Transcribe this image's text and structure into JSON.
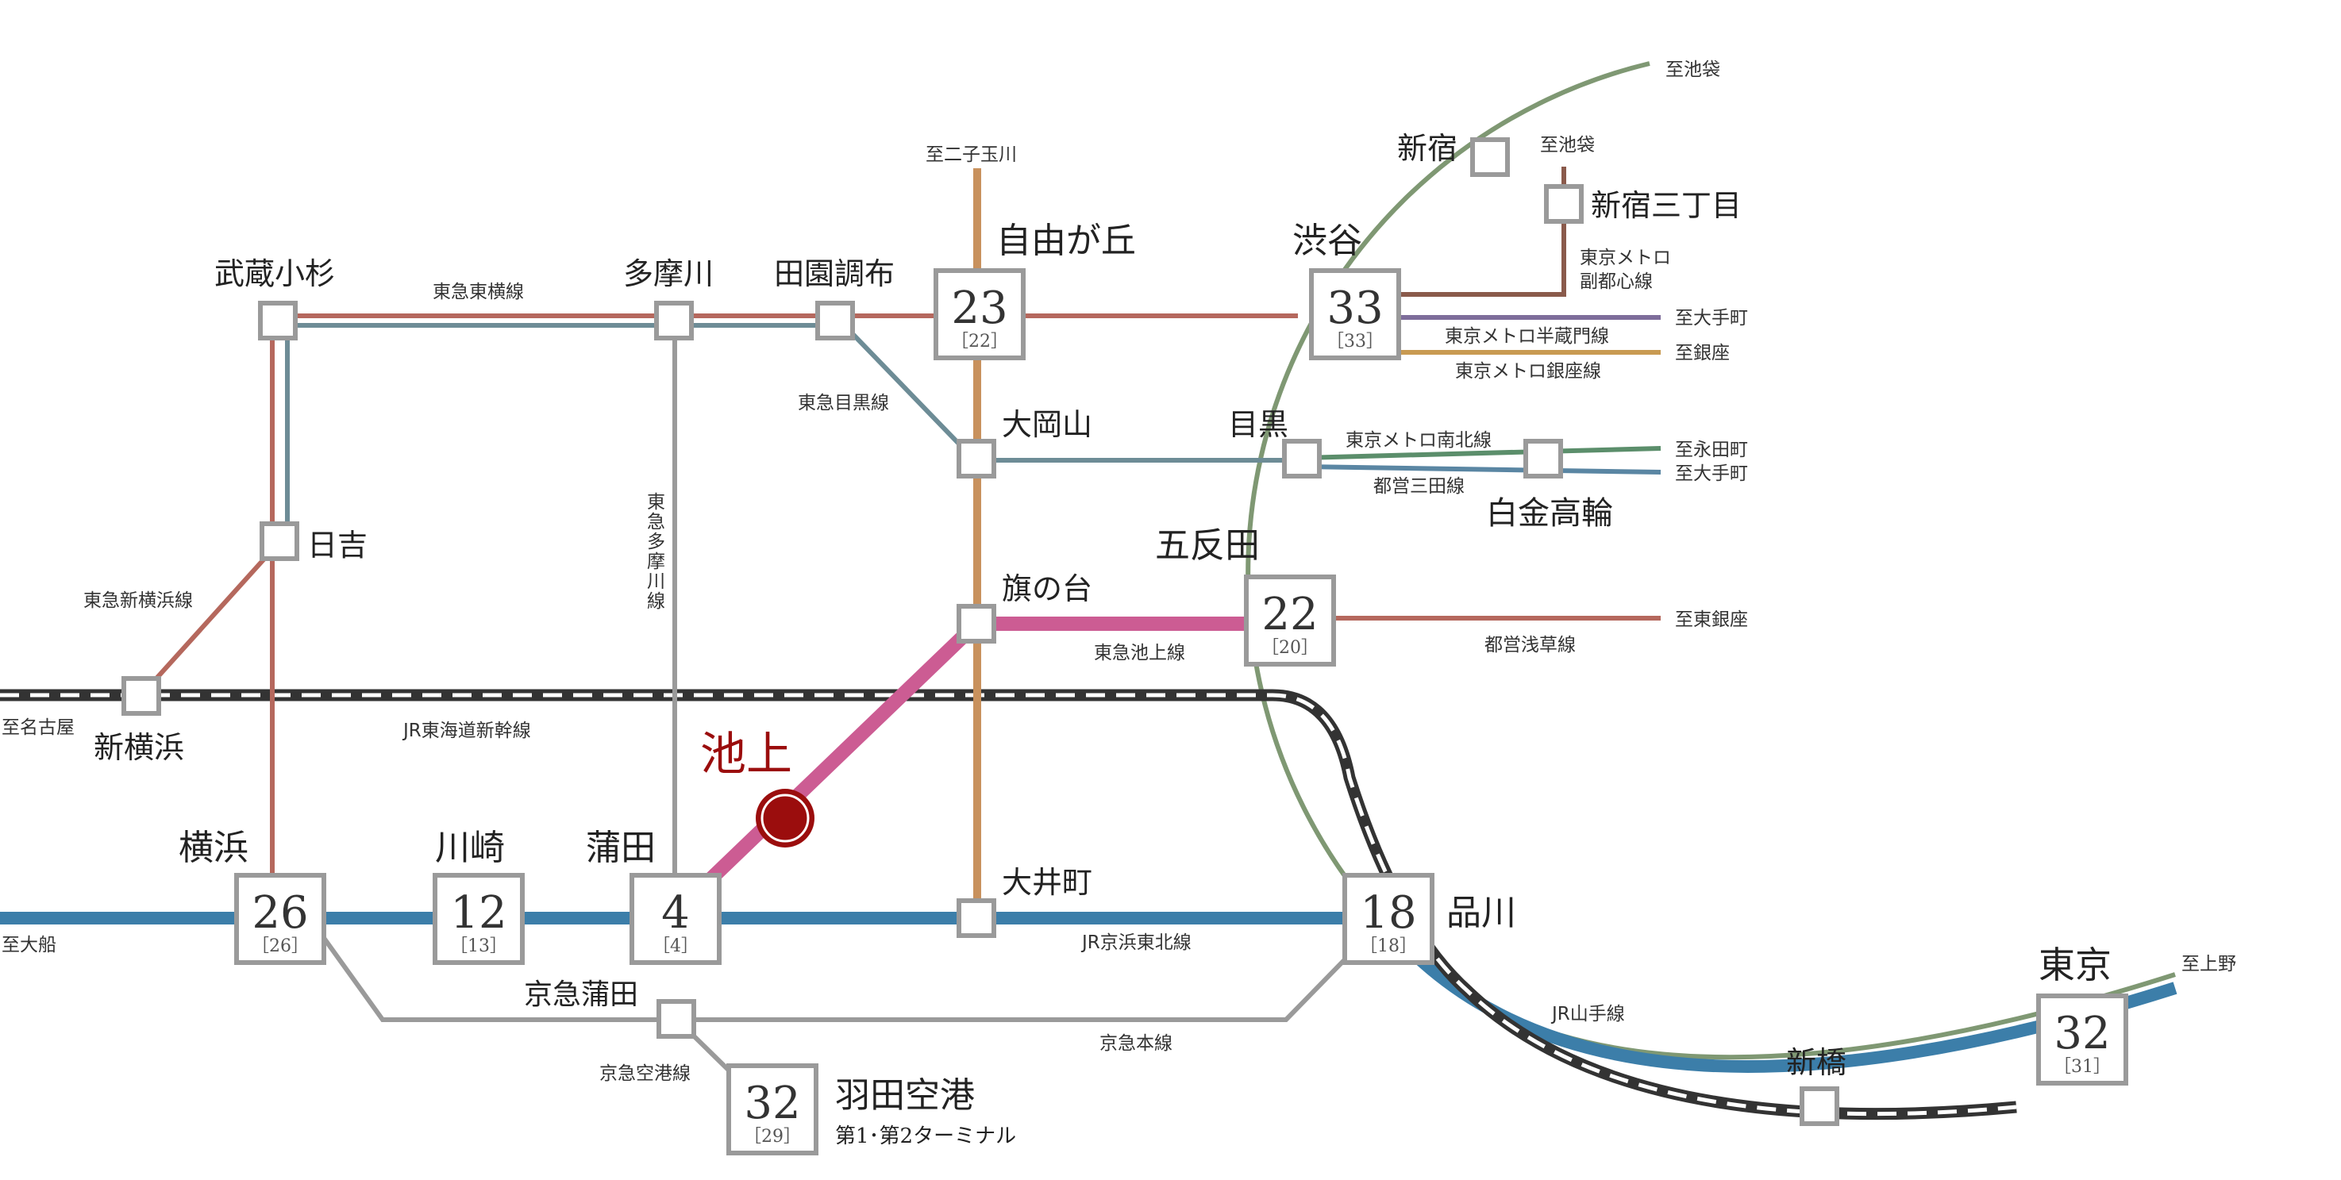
{
  "stations": {
    "ikegami": "池上",
    "musashikosugi": "武蔵小杉",
    "tamagawa": "多摩川",
    "denenchofu": "田園調布",
    "jiyugaoka": "自由が丘",
    "shibuya": "渋谷",
    "shinjuku": "新宿",
    "shinjuku3": "新宿三丁目",
    "ookayama": "大岡山",
    "meguro": "目黒",
    "shirokanetakanawa": "白金高輪",
    "gotanda": "五反田",
    "hatanodai": "旗の台",
    "hiyoshi": "日吉",
    "shinyokohama": "新横浜",
    "yokohama": "横浜",
    "kawasaki": "川崎",
    "kamata": "蒲田",
    "ooimachi": "大井町",
    "shinagawa": "品川",
    "keikyukamata": "京急蒲田",
    "haneda": "羽田空港",
    "haneda_sub": "第1･第2ターミナル",
    "shinbashi": "新橋",
    "tokyo": "東京"
  },
  "times": {
    "jiyugaoka": {
      "main": "23",
      "sub": "［22］"
    },
    "shibuya": {
      "main": "33",
      "sub": "［33］"
    },
    "gotanda": {
      "main": "22",
      "sub": "［20］"
    },
    "yokohama": {
      "main": "26",
      "sub": "［26］"
    },
    "kawasaki": {
      "main": "12",
      "sub": "［13］"
    },
    "kamata": {
      "main": "4",
      "sub": "［4］"
    },
    "shinagawa": {
      "main": "18",
      "sub": "［18］"
    },
    "haneda": {
      "main": "32",
      "sub": "［29］"
    },
    "tokyo": {
      "main": "32",
      "sub": "［31］"
    }
  },
  "lines": {
    "toyoko": "東急東横線",
    "meguro": "東急目黒線",
    "tamagawa_chars": [
      "東",
      "急",
      "多",
      "摩",
      "川",
      "線"
    ],
    "shinyokohama": "東急新横浜線",
    "ikegami": "東急池上線",
    "shinkansen": "JR東海道新幹線",
    "keihintohoku": "JR京浜東北線",
    "yamanote": "JR山手線",
    "keikyu_main": "京急本線",
    "keikyu_airport": "京急空港線",
    "fukutoshin_1": "東京メトロ",
    "fukutoshin_2": "副都心線",
    "hanzomon": "東京メトロ半蔵門線",
    "ginza": "東京メトロ銀座線",
    "namboku": "東京メトロ南北線",
    "mita": "都営三田線",
    "asakusa": "都営浅草線"
  },
  "destinations": {
    "futakotamagawa": "至二子玉川",
    "ikebukuro_yamanote": "至池袋",
    "ikebukuro_fukutoshin": "至池袋",
    "otemachi_hanzomon": "至大手町",
    "ginza": "至銀座",
    "nagatacho": "至永田町",
    "otemachi_mita": "至大手町",
    "higashiginza": "至東銀座",
    "nagoya": "至名古屋",
    "ofuna": "至大船",
    "ueno": "至上野"
  },
  "colors": {
    "toyoko": "#b5685d",
    "tamagawa_line": "#9a9a9a",
    "meguro_line": "#6d8c96",
    "ikegami_line": "#cc5c93",
    "oimachi_line": "#c8915d",
    "yamanote": "#7f9873",
    "keihintohoku": "#3c7ea9",
    "hanzomon": "#7e6d9b",
    "ginza": "#c89a52",
    "namboku": "#5b8e6b",
    "mita": "#5a86a3",
    "asakusa": "#b5685d",
    "fukutoshin": "#8a5a4b",
    "keikyu": "#9a9a9a",
    "shinkansen": "#333333",
    "ikegami_marker": "#9b0d0d"
  }
}
